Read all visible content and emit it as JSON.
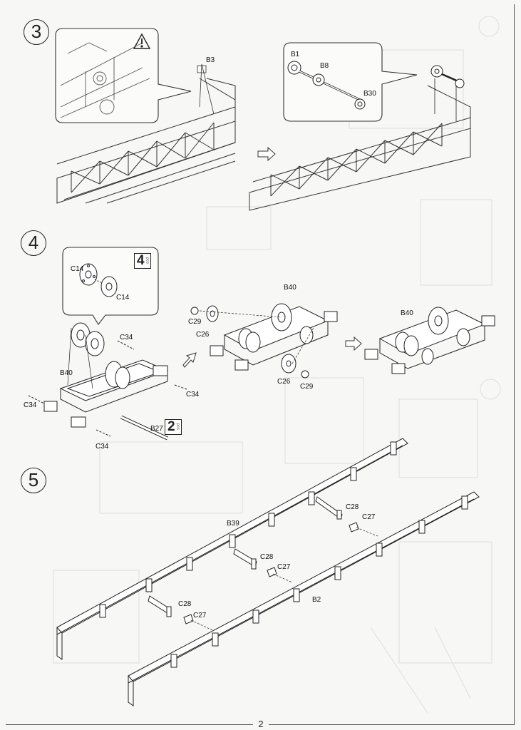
{
  "page": {
    "number": "2"
  },
  "steps": [
    {
      "number": "3"
    },
    {
      "number": "4"
    },
    {
      "number": "5"
    }
  ],
  "step3": {
    "labels": {
      "b3": "B3",
      "b1": "B1",
      "b8": "B8",
      "b30": "B30"
    },
    "warning_icon": "warning-triangle-icon",
    "arrow_icon": "next-arrow-icon"
  },
  "step4": {
    "labels": {
      "c14_a": "C14",
      "c14_b": "C14",
      "c34_a": "C34",
      "c34_b": "C34",
      "c34_c": "C34",
      "c34_d": "C34",
      "b40_a": "B40",
      "b27": "B27",
      "b40_b": "B40",
      "c29_a": "C29",
      "c26_a": "C26",
      "c26_b": "C26",
      "c29_b": "C29",
      "b40_c": "B40"
    },
    "qty_pcs": {
      "count": "4",
      "unit": "pcs"
    },
    "qty_b27": {
      "count": "2",
      "unit": "pcs"
    }
  },
  "step5": {
    "labels": {
      "b39": "B39",
      "c28_a": "C28",
      "c27_a": "C27",
      "c28_b": "C28",
      "c27_b": "C27",
      "b2": "B2",
      "c28_c": "C28",
      "c27_c": "C27"
    }
  }
}
